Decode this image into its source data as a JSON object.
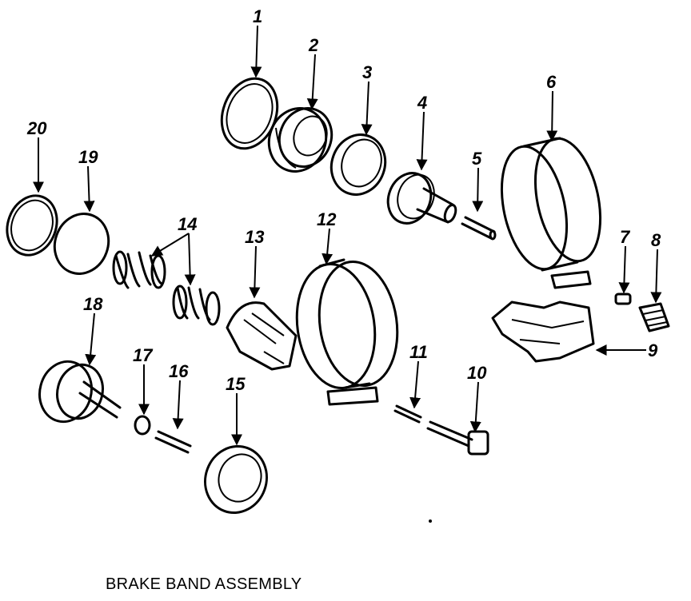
{
  "caption": "BRAKE BAND ASSEMBLY",
  "callouts": [
    "1",
    "2",
    "3",
    "4",
    "5",
    "6",
    "7",
    "8",
    "9",
    "10",
    "11",
    "12",
    "13",
    "14",
    "15",
    "16",
    "17",
    "18",
    "19",
    "20"
  ],
  "colors": {
    "ink": "#000000",
    "paper": "#ffffff"
  }
}
